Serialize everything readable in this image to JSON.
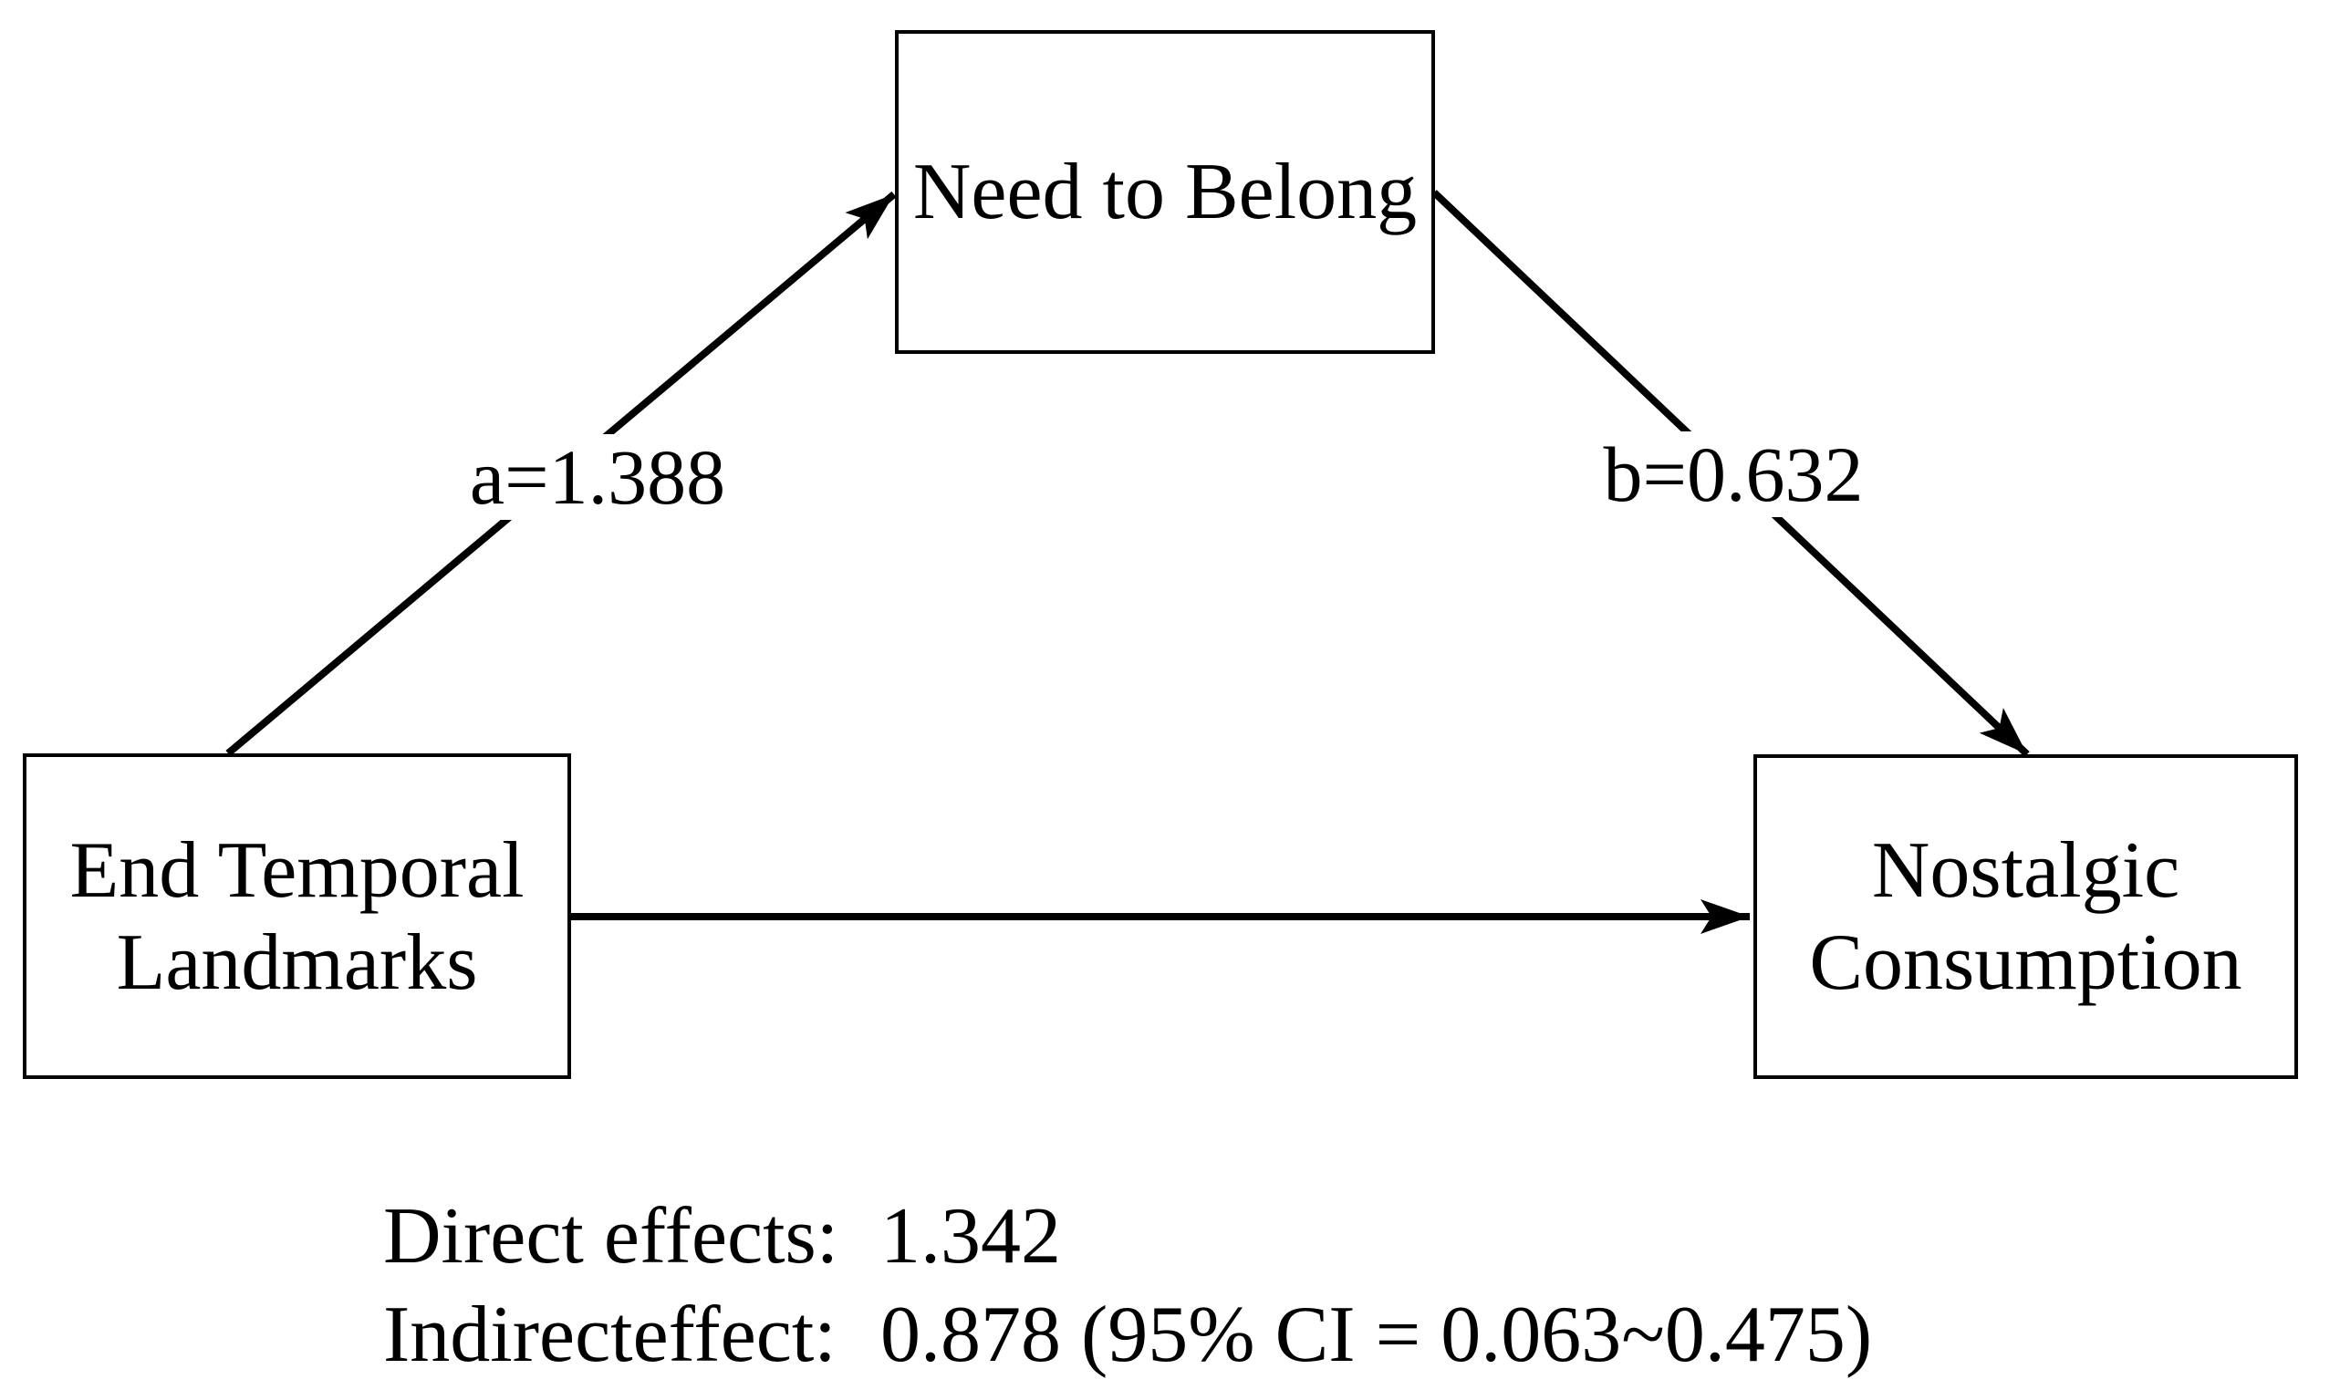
{
  "diagram": {
    "title": "mediation-model",
    "nodes": {
      "mediator": {
        "label": "Need to Belong"
      },
      "independent": {
        "lines": [
          "End Temporal",
          "Landmarks"
        ]
      },
      "dependent": {
        "lines": [
          "Nostalgic",
          "Consumption"
        ]
      }
    },
    "paths": {
      "a": {
        "label": "a=1.388",
        "from": "independent",
        "to": "mediator"
      },
      "b": {
        "label": "b=0.632",
        "from": "mediator",
        "to": "dependent"
      },
      "direct": {
        "from": "independent",
        "to": "dependent"
      }
    },
    "stats": [
      {
        "label": "Direct effects:",
        "value": "1.342"
      },
      {
        "label": "Indirecteffect:",
        "value": "0.878 (95% CI = 0.063~0.475)"
      }
    ],
    "colors": {
      "line": "#000000",
      "text": "#000000",
      "background": "#ffffff"
    }
  }
}
